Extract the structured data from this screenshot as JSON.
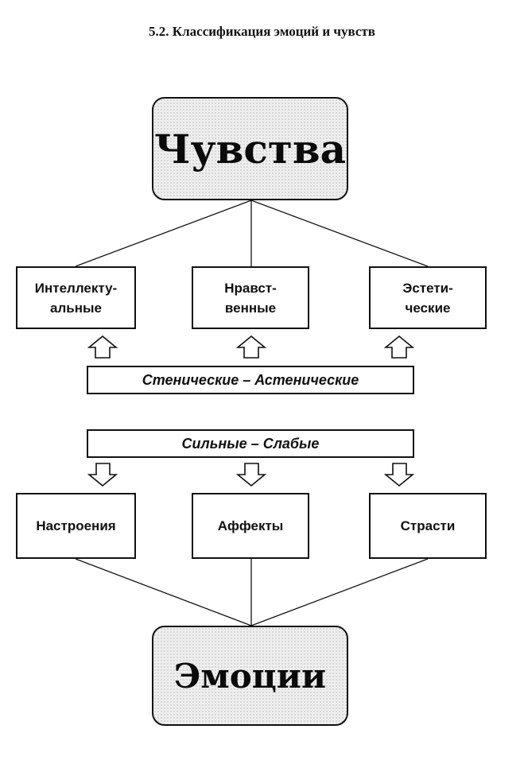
{
  "title": "5.2. Классификация эмоций и чувств",
  "top_node": "Чувства",
  "bottom_node": "Эмоции",
  "feelings": [
    {
      "line1": "Интеллекту-",
      "line2": "альные"
    },
    {
      "line1": "Нравст-",
      "line2": "венные"
    },
    {
      "line1": "Эстети-",
      "line2": "ческие"
    }
  ],
  "sthenic_bar": "Стенические – Астенические",
  "strength_bar": "Сильные – Слабые",
  "emotions": [
    "Настроения",
    "Аффекты",
    "Страсти"
  ],
  "icons": {
    "up_arrow": "hollow-up-arrow-icon",
    "down_arrow": "hollow-down-arrow-icon"
  }
}
